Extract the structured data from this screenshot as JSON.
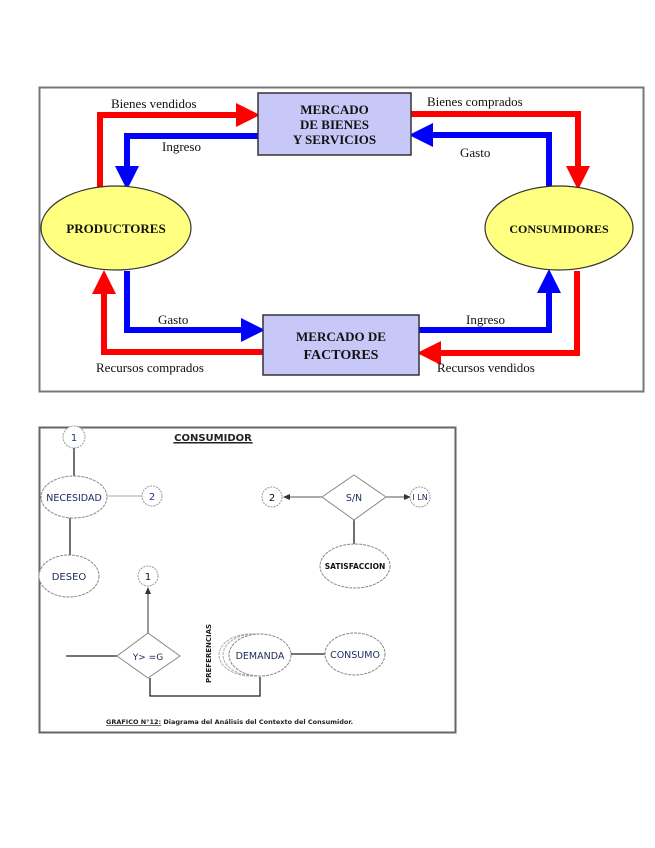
{
  "diagram1": {
    "markets": {
      "goods": {
        "line1": "MERCADO",
        "line2": "DE BIENES",
        "line3": "Y SERVICIOS"
      },
      "factors": {
        "line1": "MERCADO DE",
        "line2": "FACTORES"
      }
    },
    "agents": {
      "producers": "PRODUCTORES",
      "consumers": "CONSUMIDORES"
    },
    "flows": {
      "goods_sold": "Bienes vendidos",
      "producer_income": "Ingreso",
      "goods_bought": "Bienes comprados",
      "consumer_spending": "Gasto",
      "producer_spending": "Gasto",
      "resources_bought": "Recursos comprados",
      "consumer_income": "Ingreso",
      "resources_sold": "Recursos vendidos"
    },
    "colors": {
      "real_flow": "#ff0000",
      "money_flow": "#0000ff",
      "market_fill": "#c8c8f8",
      "agent_fill": "#ffff80"
    }
  },
  "diagram2": {
    "title": "CONSUMIDOR",
    "nodes": {
      "connector_top": "1",
      "need": "NECESIDAD",
      "connector_need_right": "2",
      "desire": "DESEO",
      "connector_up": "1",
      "decision_income": "Y> =G",
      "preferences": "PREFERENCIAS",
      "demand": "DEMANDA",
      "consumption": "CONSUMO",
      "connector_left": "2",
      "decision_yes_no": "S/N",
      "connector_end": "I LN",
      "satisfaction": "SATISFACCION"
    },
    "caption_label": "GRAFICO N°12:",
    "caption_text": " Diagrama del Análisis del Contexto del Consumidor."
  }
}
